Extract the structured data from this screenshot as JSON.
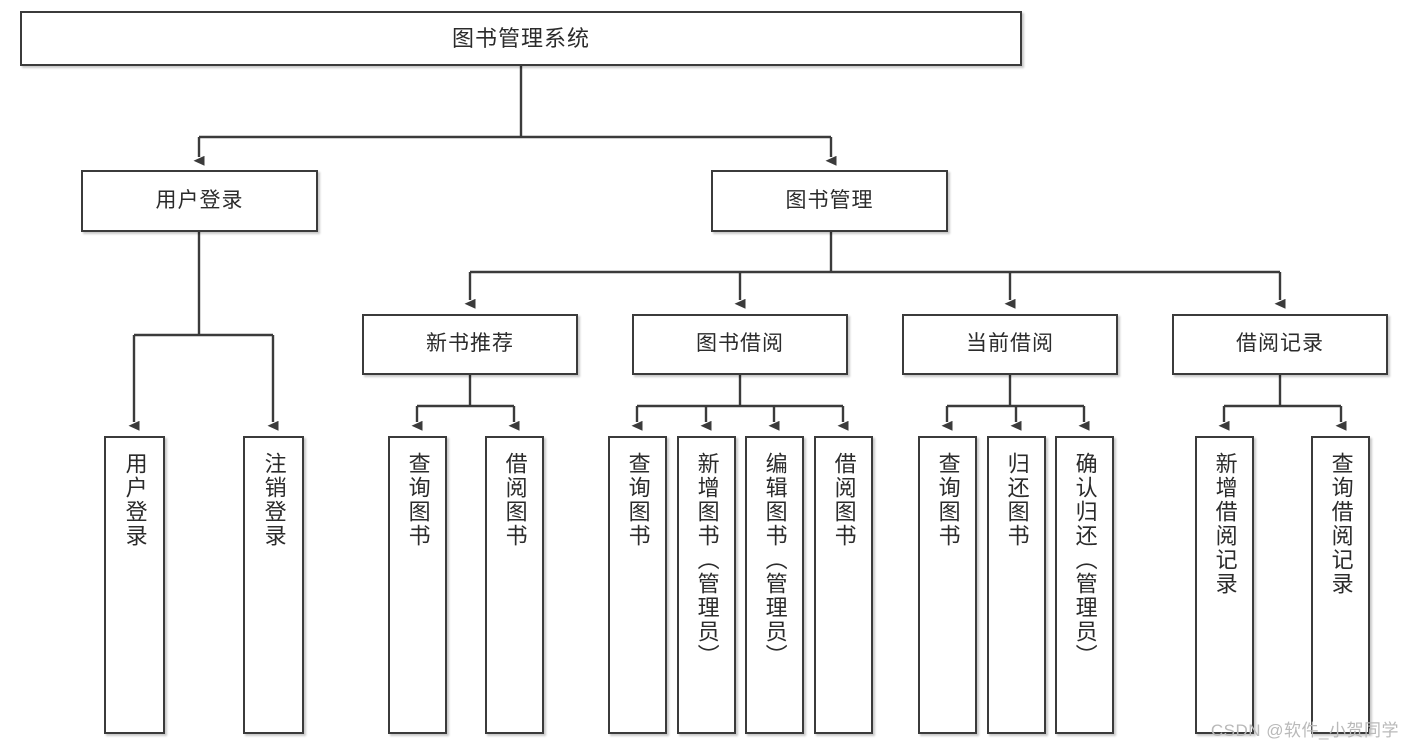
{
  "diagram": {
    "type": "tree",
    "title": "图书管理系统",
    "watermark": "CSDN @软件_小贺同学",
    "colors": {
      "box_border": "#3b3b3b",
      "box_fill": "#ffffff",
      "connector": "#3b3b3b",
      "text": "#2d2d2d",
      "watermark": "#b9b9b9"
    },
    "levels": {
      "level1": [
        {
          "id": "root",
          "label": "图书管理系统"
        }
      ],
      "level2": [
        {
          "id": "user-login",
          "label": "用户登录"
        },
        {
          "id": "book-manage",
          "label": "图书管理"
        }
      ],
      "level3": [
        {
          "id": "new-book-rec",
          "label": "新书推荐"
        },
        {
          "id": "book-borrow",
          "label": "图书借阅"
        },
        {
          "id": "current-borrow",
          "label": "当前借阅"
        },
        {
          "id": "borrow-record",
          "label": "借阅记录"
        }
      ],
      "level4": [
        {
          "id": "leaf-user-login",
          "label": "用户登录",
          "parent": "user-login"
        },
        {
          "id": "leaf-user-logout",
          "label": "注销登录",
          "parent": "user-login"
        },
        {
          "id": "leaf-query-book-1",
          "label": "查询图书",
          "parent": "new-book-rec"
        },
        {
          "id": "leaf-borrow-book-1",
          "label": "借阅图书",
          "parent": "new-book-rec"
        },
        {
          "id": "leaf-query-book-2",
          "label": "查询图书",
          "parent": "book-borrow"
        },
        {
          "id": "leaf-add-book",
          "label": "新增图书（管理员）",
          "parent": "book-borrow"
        },
        {
          "id": "leaf-edit-book",
          "label": "编辑图书（管理员）",
          "parent": "book-borrow"
        },
        {
          "id": "leaf-borrow-book-2",
          "label": "借阅图书",
          "parent": "book-borrow"
        },
        {
          "id": "leaf-query-book-3",
          "label": "查询图书",
          "parent": "current-borrow"
        },
        {
          "id": "leaf-return-book",
          "label": "归还图书",
          "parent": "current-borrow"
        },
        {
          "id": "leaf-confirm-return",
          "label": "确认归还（管理员）",
          "parent": "current-borrow"
        },
        {
          "id": "leaf-add-record",
          "label": "新增借阅记录",
          "parent": "borrow-record"
        },
        {
          "id": "leaf-query-record",
          "label": "查询借阅记录",
          "parent": "borrow-record"
        }
      ]
    }
  }
}
